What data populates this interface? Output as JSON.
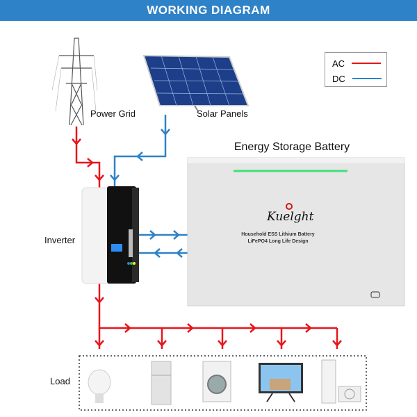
{
  "header": {
    "title": "WORKING DIAGRAM"
  },
  "labels": {
    "power_grid": "Power Grid",
    "solar_panels": "Solar Panels",
    "inverter": "Inverter",
    "load": "Load"
  },
  "legend": {
    "items": [
      {
        "label": "AC",
        "color": "#e8141b"
      },
      {
        "label": "DC",
        "color": "#2e82c8"
      }
    ]
  },
  "battery": {
    "title": "Energy Storage Battery",
    "brand": "Kuelght",
    "line1": "Household ESS Lithium Battery",
    "line2": "LiFePO4 Long Life Design",
    "indicator_color": "#3ee07a"
  },
  "loads": [
    "bulb",
    "refrigerator",
    "washing-machine",
    "television",
    "air-conditioner"
  ]
}
